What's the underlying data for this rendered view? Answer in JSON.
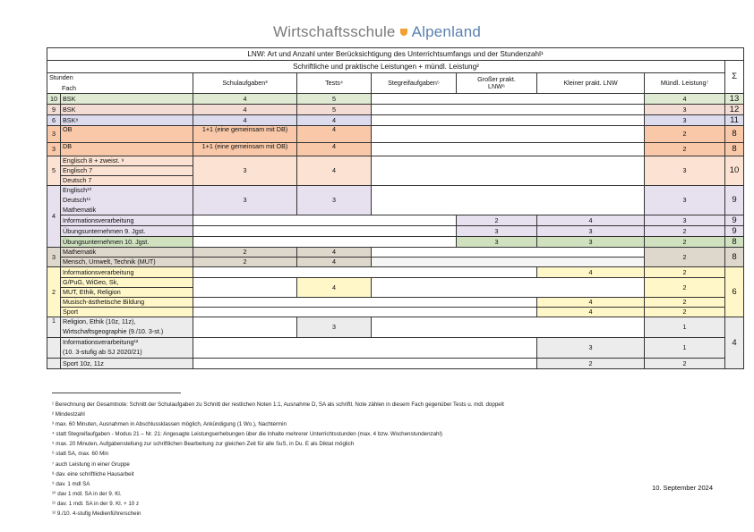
{
  "logo": {
    "left": "Wirtschaftsschule",
    "right": "Alpenland"
  },
  "table": {
    "title": "LNW: Art und Anzahl unter Berücksichtigung des Unterrichtsumfangs und der Stundenzahl¹",
    "subtitle": "Schriftliche und praktische Leistungen + mündl. Leistung²",
    "headers": {
      "stunden": "Stunden",
      "fach": "Fach",
      "schulaufgaben": "Schulaufgaben³",
      "tests": "Tests⁴",
      "stegreif": "Stegreifaufgaben⁵",
      "gross1": "Großer prakt.",
      "gross2": "LNW⁶",
      "klein": "Kleiner prakt. LNW",
      "muendl": "Mündl. Leistung⁷",
      "sum": "Σ"
    },
    "rows": {
      "r1": {
        "h": "10",
        "f": "BSK",
        "sa": "4",
        "t": "5",
        "m": "4",
        "s": "13"
      },
      "r2": {
        "h": "9",
        "f": "BSK",
        "sa": "4",
        "t": "5",
        "m": "3",
        "s": "12"
      },
      "r3": {
        "h": "6",
        "f": "BSK⁸",
        "sa": "4",
        "t": "4",
        "m": "3",
        "s": "11"
      },
      "r4": {
        "h": "3",
        "f": "ÖB",
        "sa": "1+1 (eine gemeinsam mit DB)",
        "t": "4",
        "m": "2",
        "s": "8"
      },
      "r5": {
        "h": "3",
        "f": "DB",
        "sa": "1+1 (eine gemeinsam mit ÖB)",
        "t": "4",
        "m": "2",
        "s": "8"
      },
      "r6": {
        "h": "5",
        "f1": "Englisch 8 + zweist. ⁹",
        "f2": "Englisch 7",
        "f3": "Deutsch 7",
        "sa": "3",
        "t": "4",
        "m": "3",
        "s": "10"
      },
      "r7": {
        "h": "4",
        "f1": "Englisch¹⁰",
        "f2": "Deutsch¹¹",
        "f3": "Mathematik",
        "sa": "3",
        "t": "3",
        "m": "3",
        "s": "9"
      },
      "r8": {
        "f": "Informationsverarbeitung",
        "g": "2",
        "k": "4",
        "m": "3",
        "s": "9"
      },
      "r9": {
        "f": "Übungsunternehmen 9. Jgst.",
        "g": "3",
        "k": "3",
        "m": "2",
        "s": "9"
      },
      "r10": {
        "f": "Übungsunternehmen 10. Jgst.",
        "g": "3",
        "k": "3",
        "m": "2",
        "s": "8"
      },
      "r11": {
        "h": "3",
        "f1": "Mathematik",
        "f2": "Mensch, Umwelt, Technik (MUT)",
        "sa1": "2",
        "sa2": "2",
        "t1": "4",
        "t2": "4",
        "m": "2",
        "s": "8"
      },
      "r12": {
        "h": "2",
        "f": "Informationsverarbeitung",
        "k": "4",
        "m": "2",
        "s": "6"
      },
      "r13": {
        "f1": "G/PuG, WiGeo, Sk,",
        "f2": "MUT, Ethik, Religion",
        "t": "4",
        "m": "2"
      },
      "r14": {
        "f": "Musisch-ästhetische Bildung",
        "k": "4",
        "m": "2"
      },
      "r15": {
        "f": "Sport",
        "k": "4",
        "m": "2"
      },
      "r16": {
        "h": "1",
        "f1": "Religion, Ethik (10z, 11z),",
        "f2": "Wirtschaftsgeographie (9./10. 3-st.)",
        "t": "3",
        "m": "1",
        "s": "4"
      },
      "r17": {
        "f1": "Informationsverarbeitung¹²",
        "f2": "(10. 3-stufig ab SJ 2020/21)",
        "k": "3",
        "m": "1"
      },
      "r18": {
        "f": "Sport 10z, 11z",
        "k": "2",
        "m": "2"
      }
    }
  },
  "footnotes": [
    "¹ Berechnung der Gesamtnote: Schnitt der Schulaufgaben zu Schnitt der restlichen Noten 1:1, Ausnahme D, SA als schriftl. Note zählen in diesem Fach gegenüber Tests u. mdl. doppelt",
    "² Mindestzahl",
    "³ max. 60 Minuten, Ausnahmen in Abschlussklassen möglich, Ankündigung (1 Wo.), Nachtermin",
    "⁴ statt Stegreifaufgaben - Modus 21 – Nr. 21: Angesagte Leistungserhebungen über die Inhalte mehrerer Unterrichtsstunden (max. 4 bzw. Wochenstundenzahl)",
    "⁵ max. 20 Minuten, Aufgabenstellung zur schriftlichen Bearbeitung zur gleichen Zeit für alle SuS, in Du. E als Diktat möglich",
    "⁶ statt SA, max. 60 Min",
    "⁷ auch Leistung in einer Gruppe",
    "⁸ dav. eine schriftliche Hausarbeit",
    "⁹ dav. 1 mdl SA",
    "¹⁰ dav 1 mdl. SA in der 9. Kl.",
    "¹¹ dav. 1 mdl. SA in der 9. Kl. + 10 z",
    "¹² 9./10. 4-stufig Medienführerschein"
  ],
  "date": "10. September 2024"
}
